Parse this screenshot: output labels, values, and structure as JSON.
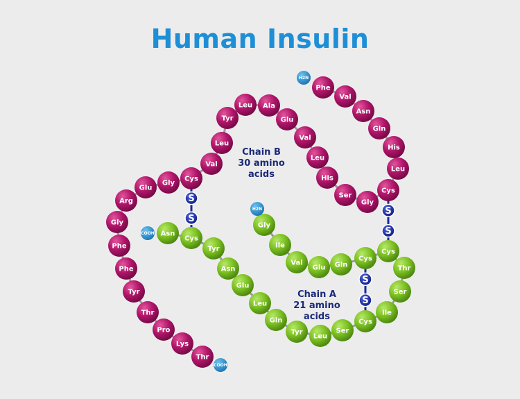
{
  "title": "Human Insulin",
  "chain_b": {
    "label_line1": "Chain B",
    "label_line2": "30 amino acids",
    "n_terminus": "H2N",
    "c_terminus": "COOH",
    "residues": [
      "Phe",
      "Val",
      "Asn",
      "Gln",
      "His",
      "Leu",
      "Cys",
      "Gly",
      "Ser",
      "His",
      "Leu",
      "Val",
      "Glu",
      "Ala",
      "Leu",
      "Tyr",
      "Leu",
      "Val",
      "Cys",
      "Gly",
      "Glu",
      "Arg",
      "Gly",
      "Phe",
      "Phe",
      "Tyr",
      "Thr",
      "Pro",
      "Lys",
      "Thr"
    ]
  },
  "chain_a": {
    "label_line1": "Chain A",
    "label_line2": "21 amino acids",
    "n_terminus": "H2N",
    "c_terminus": "COOH",
    "residues": [
      "Gly",
      "Ile",
      "Val",
      "Glu",
      "Gln",
      "Cys",
      "Cys",
      "Thr",
      "Ser",
      "Ile",
      "Cys",
      "Ser",
      "Leu",
      "Tyr",
      "Gln",
      "Leu",
      "Glu",
      "Asn",
      "Tyr",
      "Cys",
      "Asn"
    ]
  },
  "disulfide_symbol": "S",
  "colors": {
    "chain_b": "#b0156a",
    "chain_a": "#7cc022",
    "terminus": "#2a8fcf",
    "bond": "#1a2a9a",
    "title": "#1e8fd6"
  }
}
